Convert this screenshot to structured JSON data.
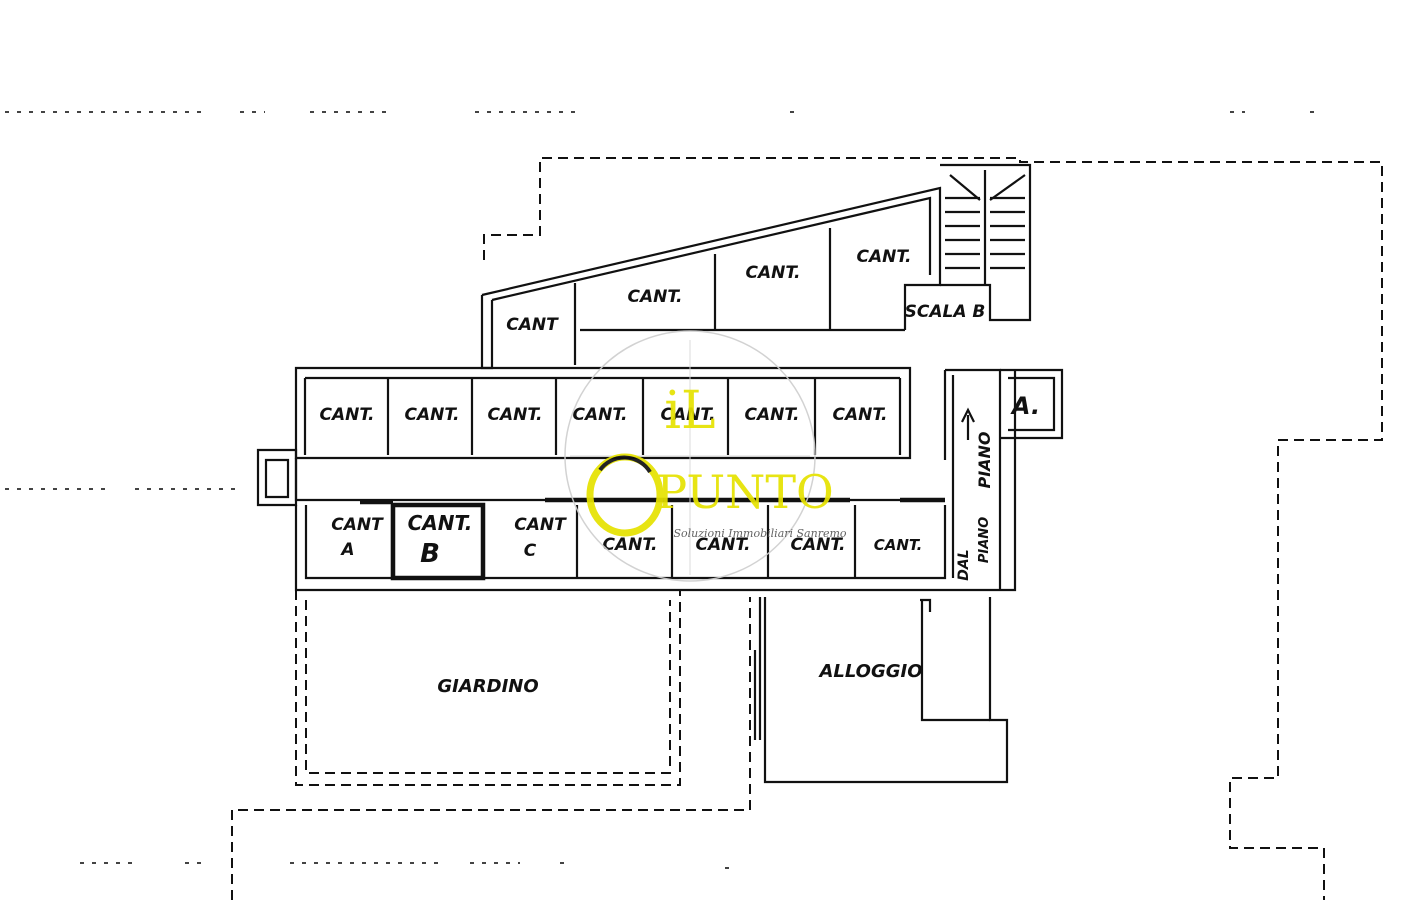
{
  "labels": {
    "cantine_upper": [
      "CANT",
      "CANT.",
      "CANT.",
      "CANT."
    ],
    "scala_b": "SCALA B",
    "cantine_middle": [
      "CANT.",
      "CANT.",
      "CANT.",
      "CANT.",
      "CANT.",
      "CANT.",
      "CANT."
    ],
    "cant_a_1": "CANT",
    "cant_a_2": "A",
    "cant_b_1": "CANT.",
    "cant_b_2": "B",
    "cant_c_1": "CANT",
    "cant_c_2": "C",
    "cantine_lower": [
      "CANT.",
      "CANT.",
      "CANT.",
      "CANT."
    ],
    "giardino": "GIARDINO",
    "alloggio": "ALLOGGIO",
    "a_mark": "A.",
    "ramp_1": "DAL",
    "ramp_2": "PIANO",
    "ramp_3": "PIANO"
  },
  "watermark": {
    "line1": "iL",
    "line2": "PUNTO",
    "tagline": "Soluzioni Immobiliari Sanremo",
    "color": "#e6e200"
  }
}
